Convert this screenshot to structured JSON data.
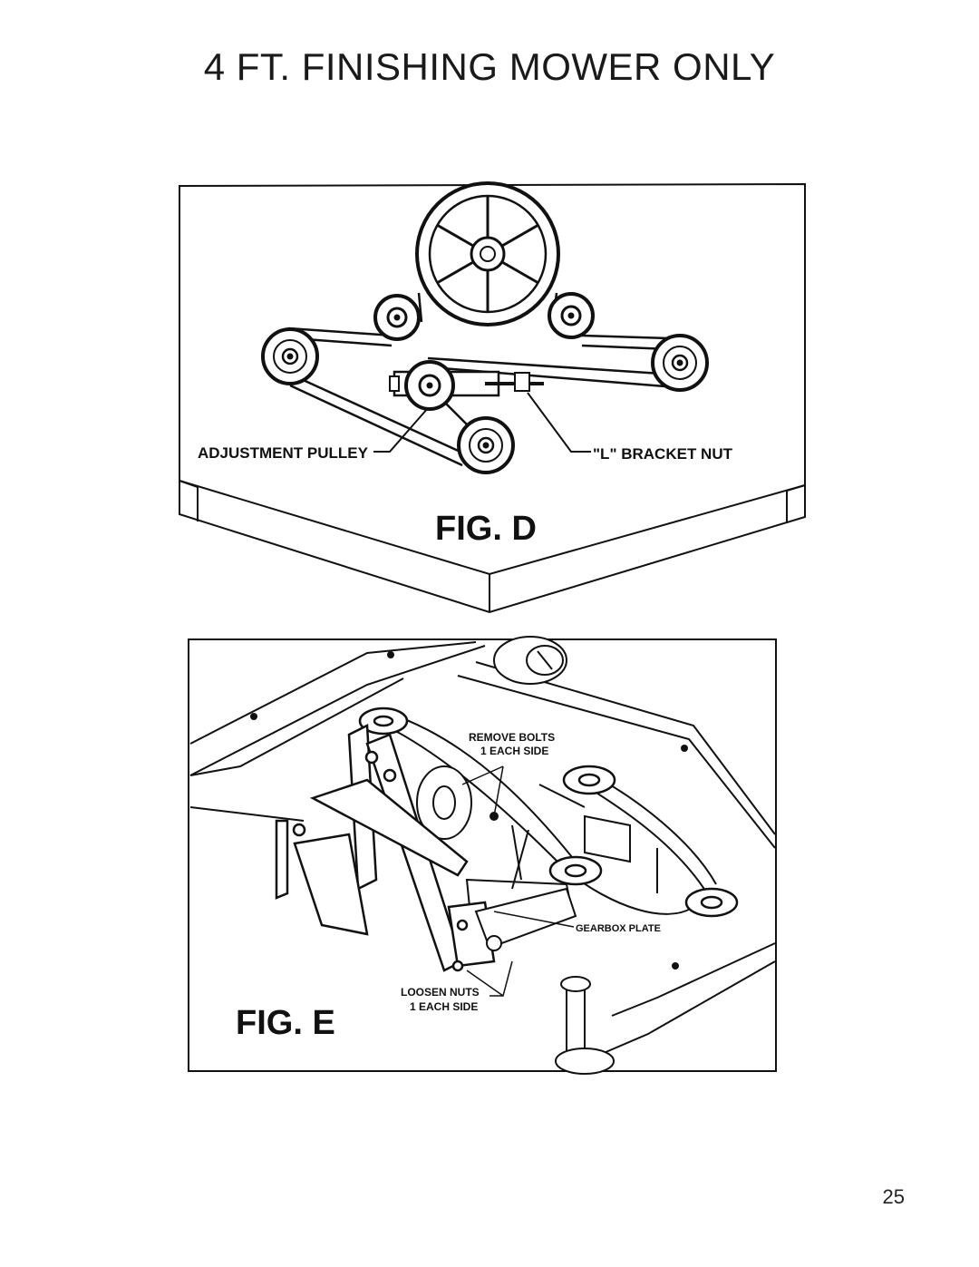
{
  "page": {
    "title": "4 FT. FINISHING MOWER ONLY",
    "page_number": "25"
  },
  "fig_d": {
    "caption": "FIG. D",
    "labels": {
      "adjustment_pulley": "ADJUSTMENT PULLEY",
      "bracket_nut": "\"L\" BRACKET NUT"
    }
  },
  "fig_e": {
    "caption": "FIG. E",
    "labels": {
      "remove_bolts": "REMOVE BOLTS",
      "remove_bolts_sub": "1 EACH SIDE",
      "gearbox_plate": "GEARBOX PLATE",
      "loosen_nuts": "LOOSEN NUTS",
      "loosen_nuts_sub": "1 EACH SIDE"
    }
  }
}
